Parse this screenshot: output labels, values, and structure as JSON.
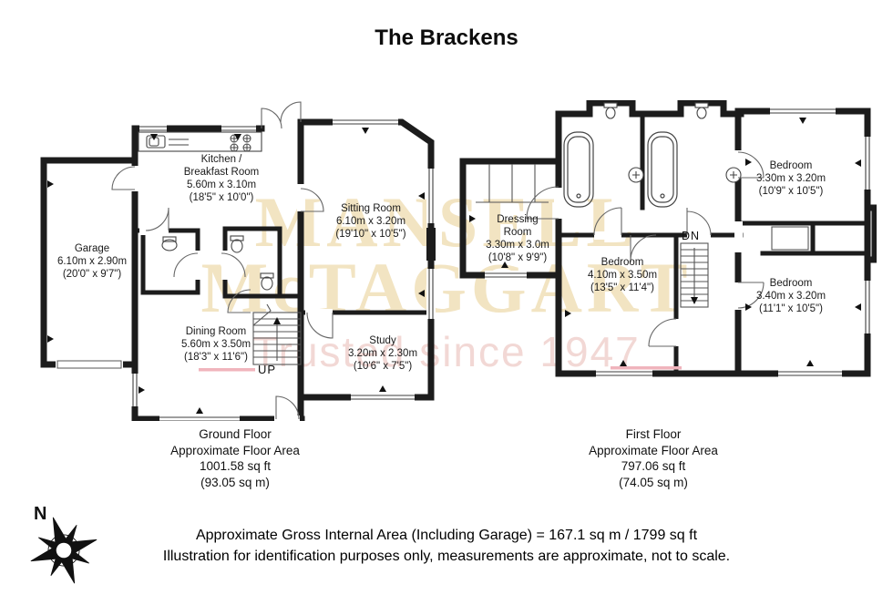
{
  "title": "The Brackens",
  "watermark": {
    "line1": "MANSELL",
    "line2": "McTAGGART",
    "tagline": "Trusted since 1947"
  },
  "compass": {
    "label": "N"
  },
  "colors": {
    "wall": "#1c1c1c",
    "watermark_tan": "#f2e4c2",
    "watermark_pink": "#f2d8d5",
    "stair_line_pink": "#f0b4bc"
  },
  "ground_floor": {
    "rooms": {
      "kitchen": "Kitchen /\nBreakfast Room\n5.60m x 3.10m\n(18'5\" x 10'0\")",
      "sitting": "Sitting Room\n6.10m x 3.20m\n(19'10\" x 10'5\")",
      "garage": "Garage\n6.10m x 2.90m\n(20'0\" x 9'7\")",
      "dining": "Dining Room\n5.60m x 3.50m\n(18'3\" x 11'6\")",
      "study": "Study\n3.20m x 2.30m\n(10'6\" x 7'5\")",
      "stairs": "UP"
    },
    "caption": "Ground Floor\nApproximate Floor Area\n1001.58 sq ft\n(93.05 sq m)"
  },
  "first_floor": {
    "rooms": {
      "dressing": "Dressing\nRoom\n3.30m x 3.0m\n(10'8\" x 9'9\")",
      "bedroom_main": "Bedroom\n4.10m x 3.50m\n(13'5\" x 11'4\")",
      "bedroom_top_right": "Bedroom\n3.30m x 3.20m\n(10'9\" x 10'5\")",
      "bedroom_bottom_right": "Bedroom\n3.40m x 3.20m\n(11'1\" x 10'5\")",
      "stairs": "DN"
    },
    "caption": "First Floor\nApproximate Floor Area\n797.06 sq ft\n(74.05 sq m)"
  },
  "footer": {
    "line1": "Approximate Gross Internal Area (Including Garage) = 167.1 sq m / 1799 sq ft",
    "line2": "Illustration for identification purposes only, measurements are approximate, not to scale."
  }
}
